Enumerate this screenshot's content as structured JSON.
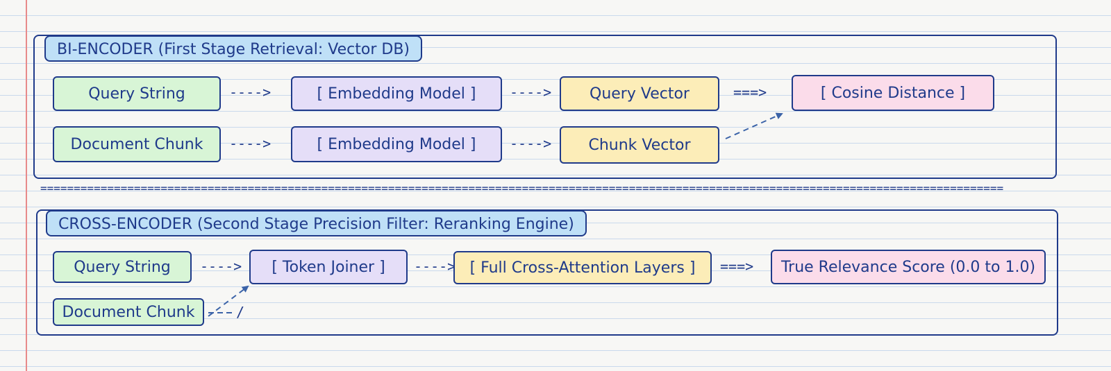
{
  "bi_encoder": {
    "title": "BI-ENCODER (First Stage Retrieval: Vector DB)",
    "query_string": "Query String",
    "document_chunk": "Document Chunk",
    "embedding_model_1": "[ Embedding Model ]",
    "embedding_model_2": "[ Embedding Model ]",
    "query_vector": "Query Vector",
    "chunk_vector": "Chunk Vector",
    "cosine_distance": "[ Cosine Distance ]",
    "arrow_dash": "---->",
    "arrow_double": "===>"
  },
  "separator": "================================================================================================================================================",
  "cross_encoder": {
    "title": "CROSS-ENCODER (Second Stage Precision Filter: Reranking Engine)",
    "query_string": "Query String",
    "document_chunk": "Document Chunk",
    "token_joiner": "[ Token Joiner ]",
    "cross_attention": "[ Full Cross-Attention Layers ]",
    "relevance_score": "True Relevance Score (0.0 to 1.0)",
    "arrow_dash": "---->",
    "arrow_double": "===>",
    "trailing_mark": "/"
  },
  "colors": {
    "ink": "#1f3a8a",
    "title_fill": "#bfe0f7",
    "input_fill": "#d8f5d6",
    "model_fill": "#e5def8",
    "vector_fill": "#fcedb8",
    "output_fill": "#fbdcea",
    "margin_line": "#e88a8a"
  }
}
